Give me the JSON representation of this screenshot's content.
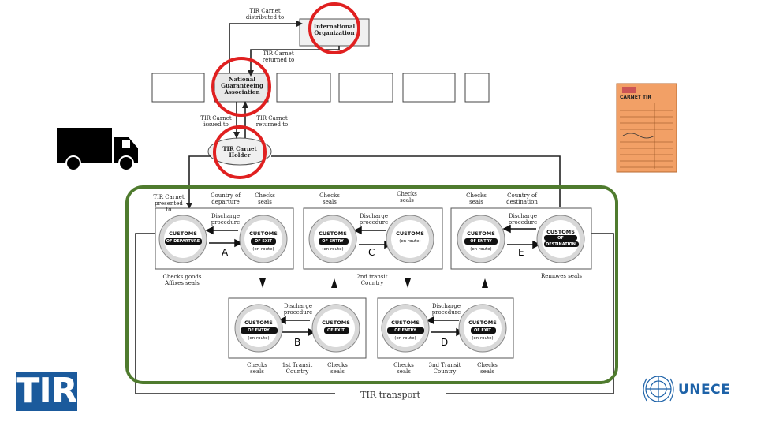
{
  "top": {
    "distributed_label": "TIR Carnet distributed to",
    "intl_org": "International Organization",
    "returned_label_1": "TIR Carnet returned to",
    "national_assoc": "National Guaranteeing Association",
    "issued_label": "TIR Carnet issued to",
    "returned_label_2": "TIR Carnet returned to",
    "holder": "TIR Carnet Holder"
  },
  "labels": {
    "presented": "TIR Carnet presented to",
    "country_departure": "Country of departure",
    "checks_seals": "Checks seals",
    "country_destination": "Country of destination",
    "checks_goods": "Checks goods Affixes seals",
    "second_transit": "2nd transit Country",
    "removes_seals": "Removes seals",
    "first_transit": "1st Transit Country",
    "third_transit": "3nd Transit Country",
    "discharge": "Discharge procedure",
    "transport": "TIR transport"
  },
  "customs": {
    "word": "CUSTOMS",
    "departure": "OF DEPARTURE",
    "exit": "OF EXIT",
    "entry": "OF ENTRY",
    "of": "OF",
    "destination": "DESTINATION",
    "en_route": "(en route)"
  },
  "panels": [
    "A",
    "B",
    "C",
    "D",
    "E"
  ],
  "carnet_doc": {
    "title": "CARNET TIR"
  },
  "logos": {
    "tir": "TIR",
    "unece": "UNECE"
  },
  "colors": {
    "highlight_circle": "#e02020",
    "green_frame": "#4f7b2e",
    "tir_blue": "#1b5a9c",
    "carnet_orange": "#f2a066"
  }
}
